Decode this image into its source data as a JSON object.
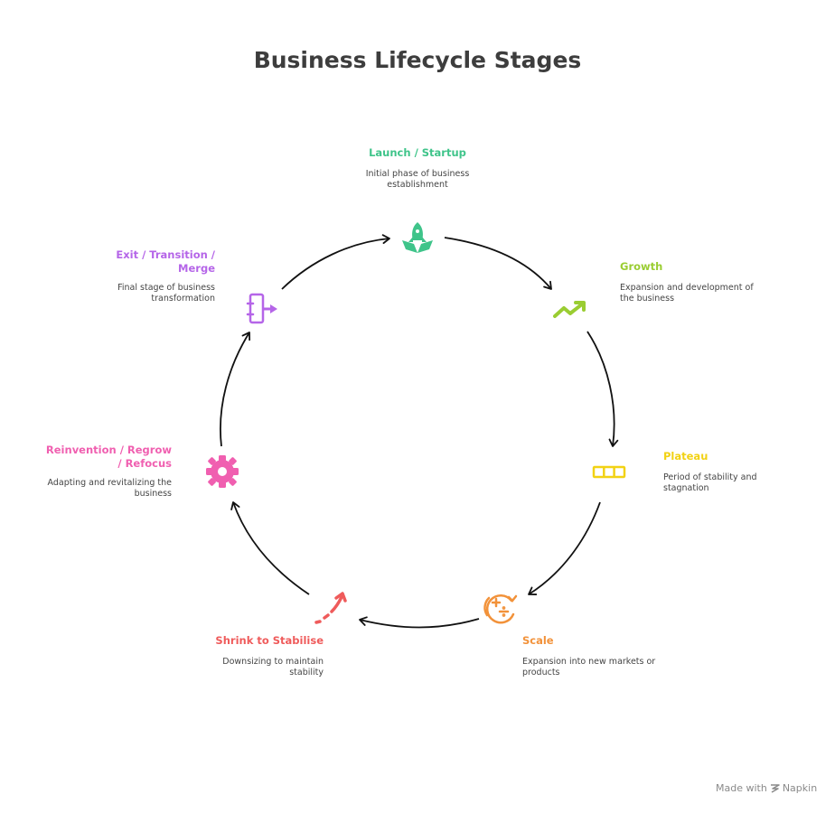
{
  "title": "Business Lifecycle Stages",
  "stages": [
    {
      "name": "Launch / Startup",
      "desc": "Initial phase of business establishment",
      "color": "#3fc48a",
      "icon": "rocket-icon"
    },
    {
      "name": "Growth",
      "desc": "Expansion and development of the business",
      "color": "#9acd32",
      "icon": "trending-up-icon"
    },
    {
      "name": "Plateau",
      "desc": "Period of stability and stagnation",
      "color": "#f2d214",
      "icon": "plateau-blocks-icon"
    },
    {
      "name": "Scale",
      "desc": "Expansion into new markets or products",
      "color": "#f2923a",
      "icon": "scale-cycle-icon"
    },
    {
      "name": "Shrink to Stabilise",
      "desc": "Downsizing to maintain stability",
      "color": "#ef5b5b",
      "icon": "shrink-arrow-icon"
    },
    {
      "name": "Reinvention / Regrow / Refocus",
      "desc": "Adapting and revitalizing the business",
      "color": "#f05fb0",
      "icon": "gear-icon"
    },
    {
      "name": "Exit / Transition / Merge",
      "desc": "Final stage of business transformation",
      "color": "#b565e8",
      "icon": "exit-icon"
    }
  ],
  "footer": {
    "made_with": "Made with",
    "brand": "Napkin"
  }
}
